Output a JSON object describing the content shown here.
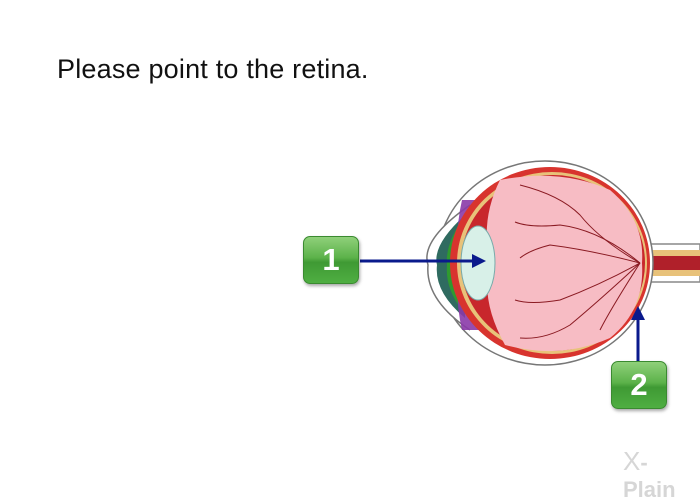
{
  "prompt": {
    "text": "Please point to the retina."
  },
  "diagram": {
    "subject": "eye-cross-section",
    "markers": [
      {
        "id": 1,
        "label": "1",
        "points_to": "lens"
      },
      {
        "id": 2,
        "label": "2",
        "points_to": "retina"
      }
    ],
    "arrow_color": "#0a1a8c",
    "badge_color": "#52a845"
  },
  "logo": {
    "mark": "X",
    "text": "-Plain"
  }
}
